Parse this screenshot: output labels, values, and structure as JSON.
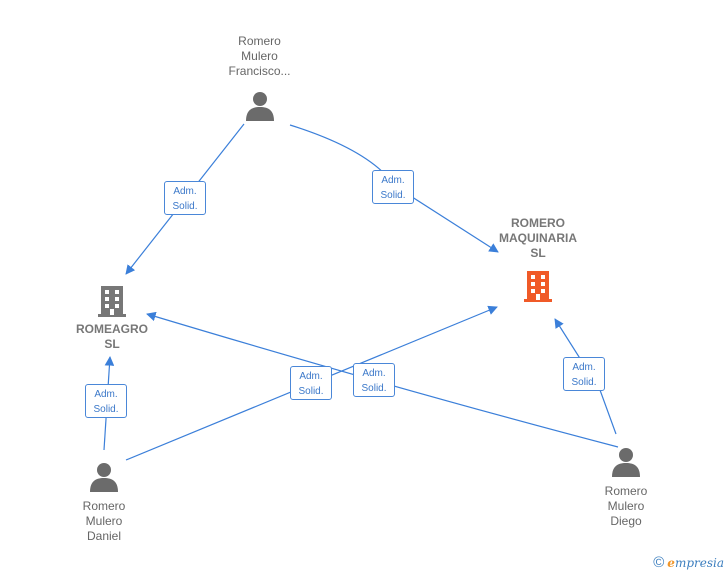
{
  "nodes": {
    "francisco": {
      "label": "Romero\nMulero\nFrancisco...",
      "icon": "person-icon"
    },
    "maquinaria": {
      "label": "ROMERO\nMAQUINARIA\nSL",
      "icon": "building-icon",
      "color": "#f05a28"
    },
    "romeagro": {
      "label": "ROMEAGRO\nSL",
      "icon": "building-icon",
      "color": "#777777"
    },
    "daniel": {
      "label": "Romero\nMulero\nDaniel",
      "icon": "person-icon"
    },
    "diego": {
      "label": "Romero\nMulero\nDiego",
      "icon": "person-icon"
    }
  },
  "edges": [
    {
      "from": "francisco",
      "to": "romeagro",
      "label": "Adm.\nSolid."
    },
    {
      "from": "francisco",
      "to": "maquinaria",
      "label": "Adm.\nSolid."
    },
    {
      "from": "daniel",
      "to": "romeagro",
      "label": "Adm.\nSolid."
    },
    {
      "from": "daniel",
      "to": "maquinaria",
      "label": "Adm.\nSolid."
    },
    {
      "from": "diego",
      "to": "romeagro",
      "label": "Adm.\nSolid."
    },
    {
      "from": "diego",
      "to": "maquinaria",
      "label": "Adm.\nSolid."
    }
  ],
  "colors": {
    "edge": "#3b7fd9",
    "person": "#6b6b6b"
  },
  "footer": {
    "copyright_symbol": "©",
    "brand_initial": "e",
    "brand_rest": "mpresia"
  }
}
